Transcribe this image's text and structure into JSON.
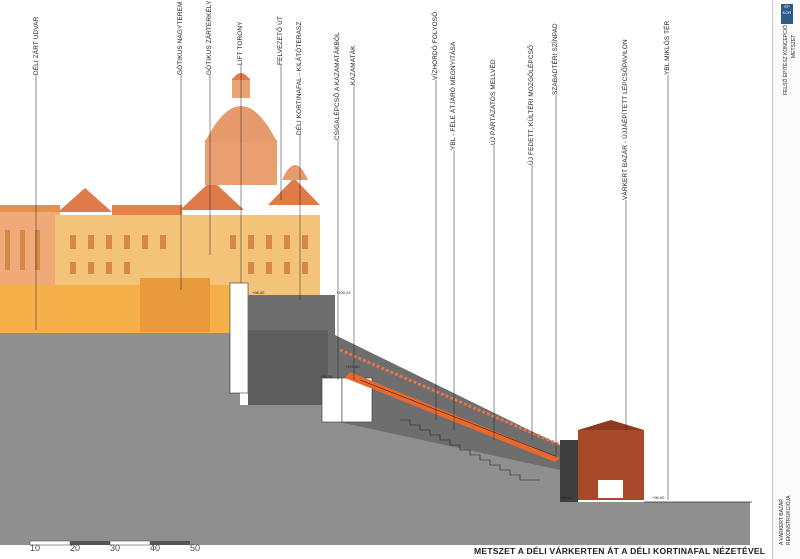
{
  "labels": {
    "deli_zart_udvar": "DÉLI ZÁRT UDVAR",
    "gotikus_nagyterem": "GÓTIKUS NAGYTEREM",
    "gotikus_zartekely": "GÓTIKUS ZÁRTERKÉLY",
    "lift_torony": "LIFT TORONY",
    "felvezeto_ut": "FELVEZETŐ ÚT",
    "deli_kortinafal_kilatoterasz": "DÉLI KORTINAFAL - KILÁTÓTERASZ",
    "csigalepcso": "CSIGALÉPCSŐ A KAZAMATÁKBÓL",
    "kazamatak": "KAZAMATÁK",
    "vizhordo_folyoso": "VÍZHORDÓ FOLYOSÓ",
    "ybl_fele_atjaro": "YBL - FÉLE ÁTJÁRÓ MEGNYITÁSA",
    "uj_partazatos_mellved": "ÚJ PÁRTÁZATOS MELLVÉD",
    "uj_fedett_mozgolepcso": "ÚJ FEDETT, KÜLTÉRI MOZGÓLÉPCSŐ",
    "szabadteri_szinpad": "SZABADTÉRI SZÍNPAD",
    "varkert_bazar_lepcsopavilon": "VÁRKERT BAZÁR - ÚJJÁÉPÍTETT LÉPCSŐPAVILON",
    "ybl_miklos_ter": "YBL MIKLÓS TÉR"
  },
  "scale_bar": [
    "10",
    "20",
    "30",
    "40",
    "50"
  ],
  "section_title": "METSZET A DÉLI VÁRKERTEN ÁT A DÉLI KORTINAFAL NÉZETÉVEL",
  "title_block": {
    "firm_lines": [
      "FELSŐ ÉPÍTÉSZ KONCEPCIÓ",
      "METSZET"
    ],
    "project_lines": [
      "A VÁRKERT BAZÁR",
      "REKONSTRUKCIÓJA"
    ],
    "logo_text": "ÉP KOR"
  },
  "level_markers": [
    "+98,40",
    "+96,30",
    "+100,24",
    "+96,00",
    "+96,00",
    "+103,80"
  ],
  "colors": {
    "ground": "#8e8e8e",
    "cut_section": "#7a7a7a",
    "palace_facade": "#f3b45a",
    "palace_roof": "#e8804a",
    "dome": "#e79a6c",
    "wall_section": "#6f6f6f",
    "escalator": "#e8682c",
    "bazar_brick": "#a84a2a"
  }
}
